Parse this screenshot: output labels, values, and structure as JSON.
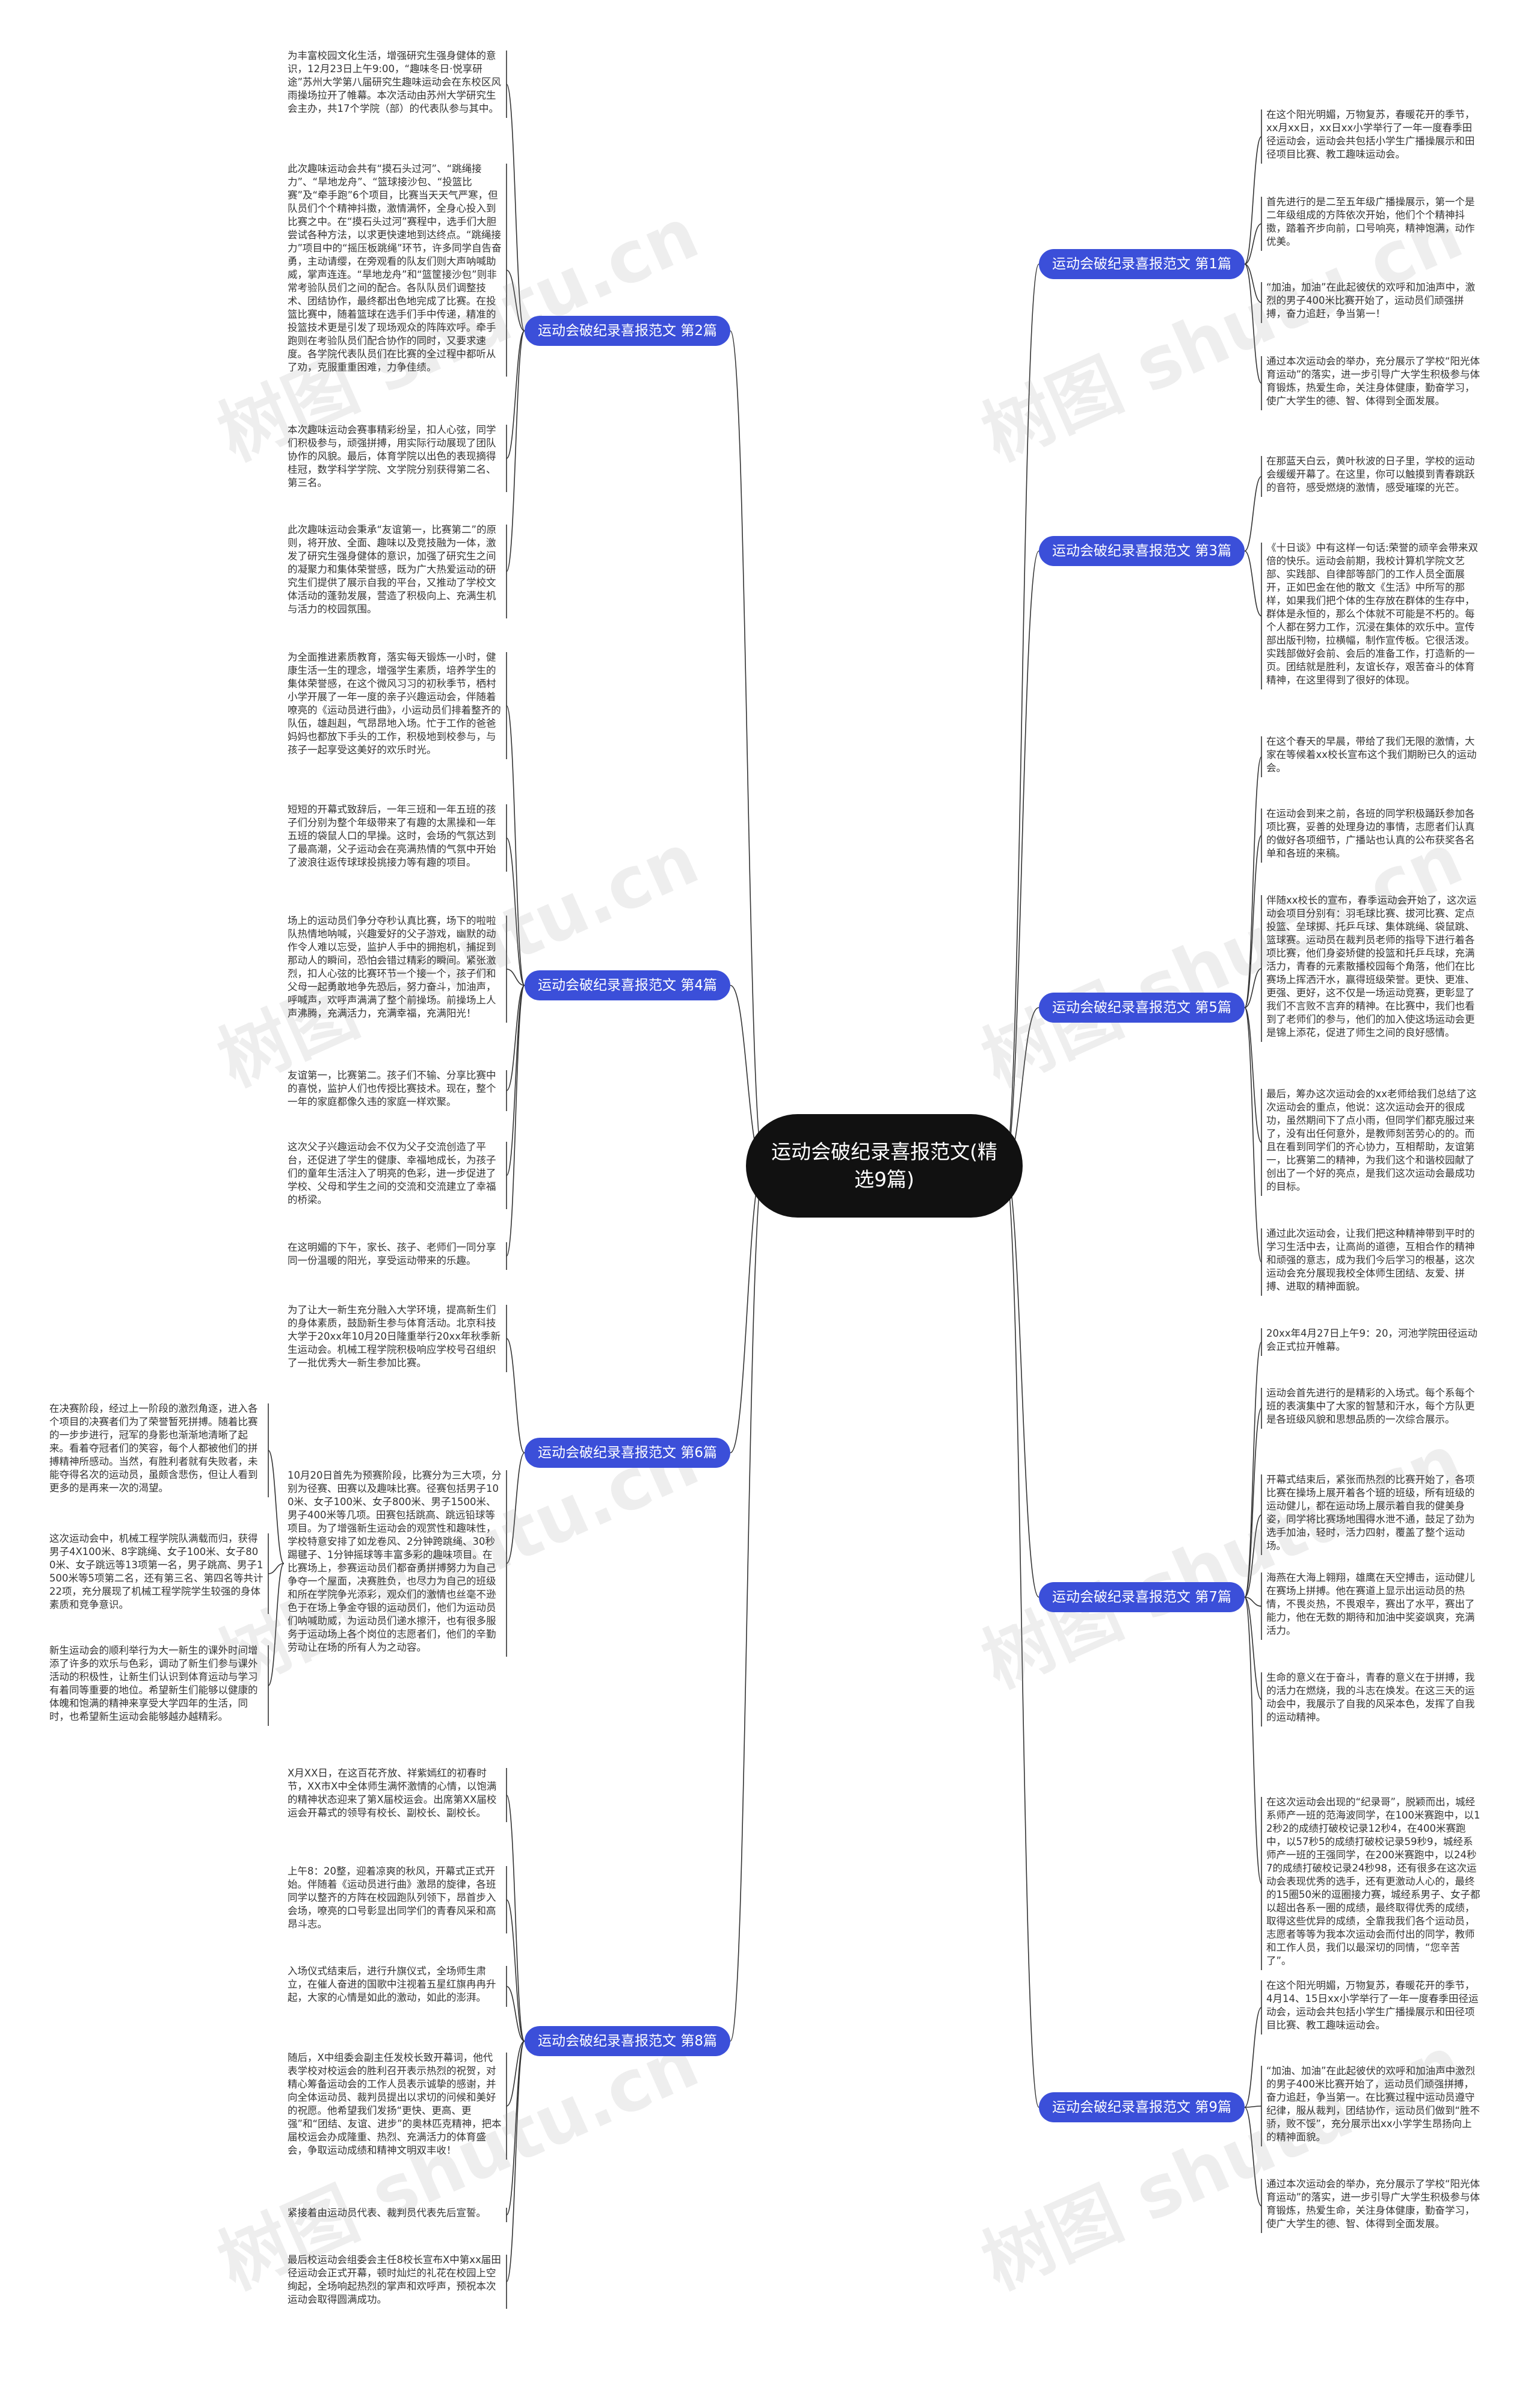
{
  "title": "运动会破纪录喜报范文(精选9篇)",
  "watermark": "树图 shutu.cn",
  "colors": {
    "branch_fill": "#3b4fd9",
    "root_fill": "#111111",
    "line": "#333333"
  },
  "branches": [
    {
      "label": "运动会破纪录喜报范文 第1篇",
      "leaves": [
        "在这个阳光明媚，万物复苏，春暖花开的季节，xx月xx日，xx日xx小学举行了一年一度春季田径运动会，运动会共包括小学生广播操展示和田径项目比赛、教工趣味运动会。",
        "首先进行的是二至五年级广播操展示，第一个是二年级组成的方阵依次开始，他们个个精神抖擞，踏着齐步向前，口号响亮，精神饱满，动作优美。",
        "“加油，加油”在此起彼伏的欢呼和加油声中，激烈的男子400米比赛开始了，运动员们顽强拼搏，奋力追赶，争当第一！",
        "通过本次运动会的举办，充分展示了学校“阳光体育运动”的落实，进一步引导广大学生积极参与体育锻炼，热爱生命，关注身体健康，勤奋学习，使广大学生的德、智、体得到全面发展。"
      ]
    },
    {
      "label": "运动会破纪录喜报范文 第2篇",
      "leaves": [
        "为丰富校园文化生活，增强研究生强身健体的意识，12月23日上午9:00，“趣味冬日·悦享研途”苏州大学第八届研究生趣味运动会在东校区风雨操场拉开了帷幕。本次活动由苏州大学研究生会主办，共17个学院（部）的代表队参与其中。",
        "此次趣味运动会共有“摸石头过河”、“跳绳接力”、“旱地龙舟”、“篮球接沙包、“投篮比赛”及“牵手跑”6个项目，比赛当天天气严寒，但队员们个个精神抖擞，激情满怀，全身心投入到比赛之中。在“摸石头过河”赛程中，选手们大胆尝试各种方法，以求更快速地到达终点。“跳绳接力”项目中的“摇压板跳绳”环节，许多同学自告奋勇，主动请缨，在旁观看的队友们则大声呐喊助威，掌声连连。“旱地龙舟”和“篮筐接沙包”则非常考验队员们之间的配合。各队队员们调整技术、团结协作，最终都出色地完成了比赛。在投篮比赛中，随着篮球在选手们手中传递，精准的投篮技术更是引发了现场观众的阵阵欢呼。牵手跑则在考验队员们配合协作的同时，又要求速度。各学院代表队员们在比赛的全过程中都听从了劝，克服重重困难，力争佳绩。",
        "本次趣味运动会赛事精彩纷呈，扣人心弦，同学们积极参与，顽强拼搏，用实际行动展现了团队协作的风貌。最后，体育学院以出色的表现摘得桂冠，数学科学学院、文学院分别获得第二名、第三名。",
        "此次趣味运动会秉承“友谊第一，比赛第二”的原则，将开放、全面、趣味以及竞技融为一体，激发了研究生强身健体的意识，加强了研究生之间的凝聚力和集体荣誉感，既为广大热爱运动的研究生们提供了展示自我的平台，又推动了学校文体活动的蓬勃发展，营造了积极向上、充满生机与活力的校园氛围。"
      ]
    },
    {
      "label": "运动会破纪录喜报范文 第3篇",
      "leaves": [
        "在那蓝天白云，黄叶秋波的日子里，学校的运动会缓缓开幕了。在这里，你可以触摸到青春跳跃的音符，感受燃烧的激情，感受璀璨的光芒。",
        "《十日谈》中有这样一句话:荣誉的顽辛会带来双倍的快乐。运动会前期，我校计算机学院文艺部、实践部、自律部等部门的工作人员全面展开，正如巴金在他的散文《生活》中所写的那样，如果我们把个体的生存放在群体的生存中，群体是永恒的，那么个体就不可能是不朽的。每个人都在努力工作，沉浸在集体的欢乐中。宣传部出版刊物，拉横幅，制作宣传板。它很活泼。实践部做好会前、会后的准备工作，打造新的一页。团结就是胜利，友谊长存，艰苦奋斗的体育精神，在这里得到了很好的体现。"
      ]
    },
    {
      "label": "运动会破纪录喜报范文 第4篇",
      "leaves": [
        "为全面推进素质教育，落实每天锻炼一小时，健康生活一生的理念，增强学生素质，培养学生的集体荣誉感，在这个微风习习的初秋季节，栖村小学开展了一年一度的亲子兴趣运动会，伴随着嘹亮的《运动员进行曲》，小运动员们排着整齐的队伍，雄赳赳，气昂昂地入场。忙于工作的爸爸妈妈也都放下手头的工作，积极地到校参与，与孩子一起享受这美好的欢乐时光。",
        "短短的开幕式致辞后，一年三班和一年五班的孩子们分别为整个年级带来了有趣的太黑操和一年五班的袋鼠人口的早操。这时，会场的气氛达到了最高潮，父子运动会在亮满热情的气氛中开始了波浪往返传球球投挑接力等有趣的项目。",
        "场上的运动员们争分夺秒认真比赛，场下的啦啦队热情地呐喊，兴趣爱好的父子游戏，幽默的动作令人难以忘受，监护人手中的拥抱机，捕捉到那动人的瞬间，恐怕会错过精彩的瞬间。紧张激烈，扣人心弦的比赛环节一个接一个，孩子们和父母一起勇敢地争先恐后，努力奋斗，加油声，呼喊声，欢呼声满满了整个前操场。前操场上人声沸腾，充满活力，充满幸福，充满阳光！",
        "友谊第一，比赛第二。孩子们不输、分享比赛中的喜悦，监护人们也传授比赛技术。现在，整个一年的家庭都像久违的家庭一样欢聚。",
        "这次父子兴趣运动会不仅为父子交流创造了平台，还促进了学生的健康、幸福地成长，为孩子们的童年生活注入了明亮的色彩，进一步促进了学校、父母和学生之间的交流和交流建立了幸福的桥梁。",
        "在这明媚的下午，家长、孩子、老师们一同分享同一份温暖的阳光，享受运动带来的乐趣。"
      ]
    },
    {
      "label": "运动会破纪录喜报范文 第5篇",
      "leaves": [
        "在这个春天的早晨，带给了我们无限的激情，大家在等候着xx校长宣布这个我们期盼已久的运动会。",
        "在运动会到来之前，各班的同学积极踊跃参加各项比赛，妥善的处理身边的事情，志愿者们认真的做好各项细节，广播站也认真的公布获奖各名单和各班的来稿。",
        "伴随xx校长的宣布，春季运动会开始了，这次运动会项目分别有：羽毛球比赛、拔河比赛、定点投篮、垒球掷、托乒乓球、集体跳绳、袋鼠跳、篮球赛。运动员在裁判员老师的指导下进行着各项比赛，他们身姿矫健的投篮和托乒乓球，充满活力，青春的元素散播校园每个角落，他们在比赛场上挥洒汗水，赢得班级荣誉。更快、更准、更强、更好，这不仅是一场运动竞赛，更彰显了我们不言败不言弃的精神。在比赛中，我们也看到了老师们的参与，他们的加入使这场运动会更是锦上添花，促进了师生之间的良好感情。",
        "最后，筹办这次运动会的xx老师给我们总结了这次运动会的重点，他说：这次运动会开的很成功，虽然期间下了点小雨，但同学们都克服过来了，没有出任何意外，是教师刻苦劳心的的。而且在看到同学们的齐心协力，互相帮助，友谊第一，比赛第二的精神，为我们这个和谐校园献了创出了一个好的亮点，是我们这次运动会最成功的目标。",
        "通过此次运动会，让我们把这种精神带到平时的学习生活中去，让高尚的道德，互相合作的精神和顽强的意志，成为我们今后学习的根基，这次运动会充分展现我校全体师生团结、友爱、拼搏、进取的精神面貌。"
      ]
    },
    {
      "label": "运动会破纪录喜报范文 第6篇",
      "leaves": [
        "为了让大一新生充分融入大学环境，提高新生们的身体素质，鼓励新生参与体育活动。北京科技大学于20xx年10月20日隆重举行20xx年秋季新生运动会。机械工程学院积极响应学校号召组织了一批优秀大一新生参加比赛。",
        "10月20日首先为预赛阶段，比赛分为三大项，分别为径赛、田赛以及趣味比赛。径赛包括男子100米、女子100米、女子800米、男子1500米、男子400米等几项。田赛包括跳高、跳远铅球等项目。为了增强新生运动会的观赏性和趣味性，学校特意安排了如龙卷风、2分钟跨跳绳、30秒踢毽子、1分钟摇球等丰富多彩的趣味项目。在比赛场上，参赛运动员们都奋勇拼搏努力为自己争夺一个屋面，决赛胜负，也尽力为自己的班级和所在学院争光添彩，观众们的激情也丝毫不逊色于在场上争金夺银的运动员们，他们为运动员们呐喊助威，为运动员们递水擦汗，也有很多服务于运动场上各个岗位的志愿者们，他们的辛勤劳动让在场的所有人为之动容。",
        "在决赛阶段，经过上一阶段的激烈角逐，进入各个项目的决赛者们为了荣誉暂死拼搏。随着比赛的一步步进行，冠军的身影也渐渐地清晰了起来。看着夺冠者们的笑容，每个人都被他们的拼搏精神所感动。当然，有胜利者就有失败者，未能夺得名次的运动员，虽颇含悲伤，但让人看到更多的是再来一次的渴望。",
        "这次运动会中，机械工程学院队满载而归，获得男子4X100米、8字跳绳、女子100米、女子800米、女子跳远等13项第一名，男子跳高、男子1500米等5项第二名，还有第三名、第四名等共计22项，充分展现了机械工程学院学生较强的身体素质和竞争意识。",
        "新生运动会的顺利举行为大一新生的课外时间增添了许多的欢乐与色彩，调动了新生们参与课外活动的积极性，让新生们认识到体育运动与学习有着同等重要的地位。希望新生们能够以健康的体魄和饱满的精神来享受大学四年的生活，同时，也希望新生运动会能够越办越精彩。"
      ]
    },
    {
      "label": "运动会破纪录喜报范文 第7篇",
      "leaves": [
        "20xx年4月27日上午9：20，河池学院田径运动会正式拉开帷幕。",
        "运动会首先进行的是精彩的入场式。每个系每个班的表演集中了大家的智慧和汗水，每个方队更是各班级风貌和思想品质的一次综合展示。",
        "开幕式结束后，紧张而热烈的比赛开始了，各项比赛在操场上展开着各个班的班级，所有班级的运动健儿，都在运动场上展示着自我的健美身姿，同学将比赛场地围得水泄不通，鼓足了劲为选手加油，轻时，活力四射，覆盖了整个运动场。",
        "海燕在大海上翱翔，雄鹰在天空搏击，运动健儿在赛场上拼搏。他在赛道上显示出运动员的热情，不畏炎热，不畏艰辛，赛出了水平，赛出了能力，他在无数的期待和加油中奖姿飒爽，充满活力。",
        "生命的意义在于奋斗，青春的意义在于拼搏，我的活力在燃烧，我的斗志在焕发。在这三天的运动会中，我展示了自我的风采本色，发挥了自我的运动精神。",
        "在这次运动会出现的“纪录哥”，脱颖而出，城经系师产一班的范海波同学，在100米赛跑中，以12秒2的成绩打破校记录12秒4，在400米赛跑中，以57秒5的成绩打破校记录59秒9，城经系师产一班的王强同学，在200米赛跑中，以24秒7的成绩打破校记录24秒98，还有很多在这次运动会表现优秀的选手，还有更激动人心的，最终的15圈50米的逗圈接力赛，城经系男子、女子都以超出各系一圈的成绩，最终取得优秀的成绩，取得这些优异的成绩，全靠我我们各个运动员，志愿者等等为我本次运动会而付出的同学，教师和工作人员，我们以最深切的同情，“您辛苦了”。"
      ]
    },
    {
      "label": "运动会破纪录喜报范文 第8篇",
      "leaves": [
        "X月XX日，在这百花齐放、祥紫嫣红的初春时节，XX市X中全体师生满怀激情的心情，以饱满的精神状态迎来了第X届校运会。出席第XX届校运会开幕式的领导有校长、副校长、副校长。",
        "上午8：20整，迎着凉爽的秋风，开幕式正式开始。伴随着《运动员进行曲》激昂的旋律，各班同学以整齐的方阵在校园跑队列领下，昂首步入会场，嘹亮的口号彰显出同学们的青春风采和高昂斗志。",
        "入场仪式结束后，进行升旗仪式，全场师生肃立，在催人奋进的国歌中注视着五星红旗冉冉升起，大家的心情是如此的激动，如此的澎湃。",
        "随后，X中组委会副主任发校长致开幕词，他代表学校对校运会的胜利召开表示热烈的祝贺，对精心筹备运动会的工作人员表示诚挚的感谢，并向全体运动员、裁判员提出以求切的问候和美好的祝愿。他希望我们发扬“更快、更高、更强”和“团结、友谊、进步”的奥林匹克精神，把本届校运会办成隆重、热烈、充满活力的体育盛会，争取运动成绩和精神文明双丰收！",
        "紧接着由运动员代表、裁判员代表先后宣誓。",
        "最后校运动会组委会主任8校长宣布X中第xx届田径运动会正式开幕，顿时灿烂的礼花在校园上空绚起，全场响起热烈的掌声和欢呼声，预祝本次运动会取得圆满成功。"
      ]
    },
    {
      "label": "运动会破纪录喜报范文 第9篇",
      "leaves": [
        "在这个阳光明媚，万物复苏，春暖花开的季节，4月14、15日xx小学举行了一年一度春季田径运动会，运动会共包括小学生广播操展示和田径项目比赛、教工趣味运动会。",
        "“加油、加油”在此起彼伏的欢呼和加油声中激烈的男子400米比赛开始了，运动员们顽强拼搏，奋力追赶，争当第一。在比赛过程中运动员遵守纪律，服从裁判，团结协作，运动员们做到“胜不骄，败不馁”，充分展示出xx小学学生昂扬向上的精神面貌。",
        "通过本次运动会的举办，充分展示了学校“阳光体育运动”的落实，进一步引导广大学生积极参与体育锻炼，热爱生命，关注身体健康，勤奋学习，使广大学生的德、智、体得到全面发展。"
      ]
    }
  ]
}
